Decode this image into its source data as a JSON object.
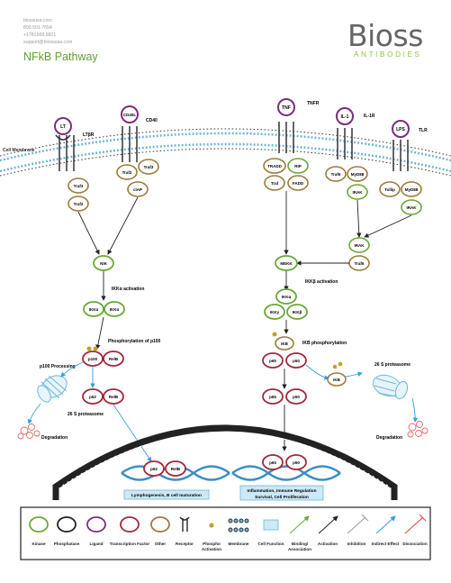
{
  "header": {
    "website": "biossusa.com",
    "phone1": "800.501.7654",
    "phone2": "+1781569.5821",
    "email": "support@biossusa.com",
    "title": "NFkB Pathway"
  },
  "logo": {
    "word_main": "Bioss",
    "word_sub": "ANTIBODIES",
    "accent_color": "#8cc63f",
    "main_color": "#666666"
  },
  "membrane": {
    "label": "Cell Membrane"
  },
  "receptors": {
    "lt": "LT",
    "ltbr": "LTβR",
    "cd40l": "CD40L",
    "cd40": "CD40",
    "tnf": "TNF",
    "tnfr": "TNFR",
    "il1": "IL-1",
    "il1r": "IL-1R",
    "lps": "LPS",
    "tlr": "TLR"
  },
  "adaptors": {
    "traf3": "Traf3",
    "traf2": "Traf2",
    "traf2b": "Traf2",
    "traf3b": "Traf3",
    "ciap": "cIAP",
    "tradd": "TRADD",
    "rip": "RIP",
    "traf": "Traf",
    "fadd": "FADD",
    "traf6": "Traf6",
    "myd88": "MyD88",
    "irak": "IRAK",
    "tollip": "Tollip",
    "myd88b": "MyD88",
    "irakb": "IRAK",
    "irak_c": "IRAK",
    "traf6_c": "Traf6"
  },
  "noncanonical": {
    "nik": "NIK",
    "ikka_activation": "IKKα activation",
    "ikka1": "IKKα",
    "ikka2": "IKKα",
    "phospho_label": "Phosphorylation of p100",
    "p100": "p100",
    "relb": "RelB",
    "p100_processing": "p100 Processing",
    "p52": "p52",
    "relb2": "RelB",
    "proteasome": "26 S proteasome",
    "degradation": "Degradation"
  },
  "canonical": {
    "mekk": "MEKK",
    "ikkb_activation": "IKKβ activation",
    "ikka": "IKKα",
    "ikky": "IKKγ",
    "ikkb": "IKKβ",
    "ikb": "IKB",
    "ikb_phospho_label": "IKB phosphorylation",
    "p65": "p65",
    "p50": "p50",
    "ikb_free": "IKB",
    "proteasome": "26 S proteasome",
    "degradation": "Degradation",
    "p65b": "p65",
    "p50b": "p50"
  },
  "nucleus": {
    "p52": "p52",
    "relb": "RelB",
    "p65": "p65",
    "p50": "p50",
    "box_left": "Lymphogenesis, B cell maturation",
    "box_right_line1": "Inflammation, Immune Regulation",
    "box_right_line2": "Survival, Cell Proliferation"
  },
  "legend": {
    "kinase": "Kinase",
    "phosphatase": "Phosphatase",
    "ligand": "Ligand",
    "tf": "Transcription Factor",
    "other": "Other",
    "receptor": "Receptor",
    "phospho_line1": "Phospho",
    "phospho_line2": "Activation",
    "membrane": "Membrane",
    "cell_function": "Cell Function",
    "binding_line1": "Binding/",
    "binding_line2": "Association",
    "activation": "Activation",
    "inhibition": "Inhibition",
    "indirect": "Indirect Effect",
    "dissociation": "Dissociation"
  },
  "colors": {
    "kinase": "#6aa83a",
    "phosphatase": "#222222",
    "ligand": "#7a2f7a",
    "tf": "#a02a3c",
    "other": "#9b7c3c",
    "membrane_blue": "#6fb7d8",
    "dna_blue": "#3a8fc4",
    "cell_function_box": "#cde8f6",
    "arrow_blue": "#2f9fe0",
    "arrow_red": "#e04040",
    "degradation_red": "#e06a6a"
  }
}
